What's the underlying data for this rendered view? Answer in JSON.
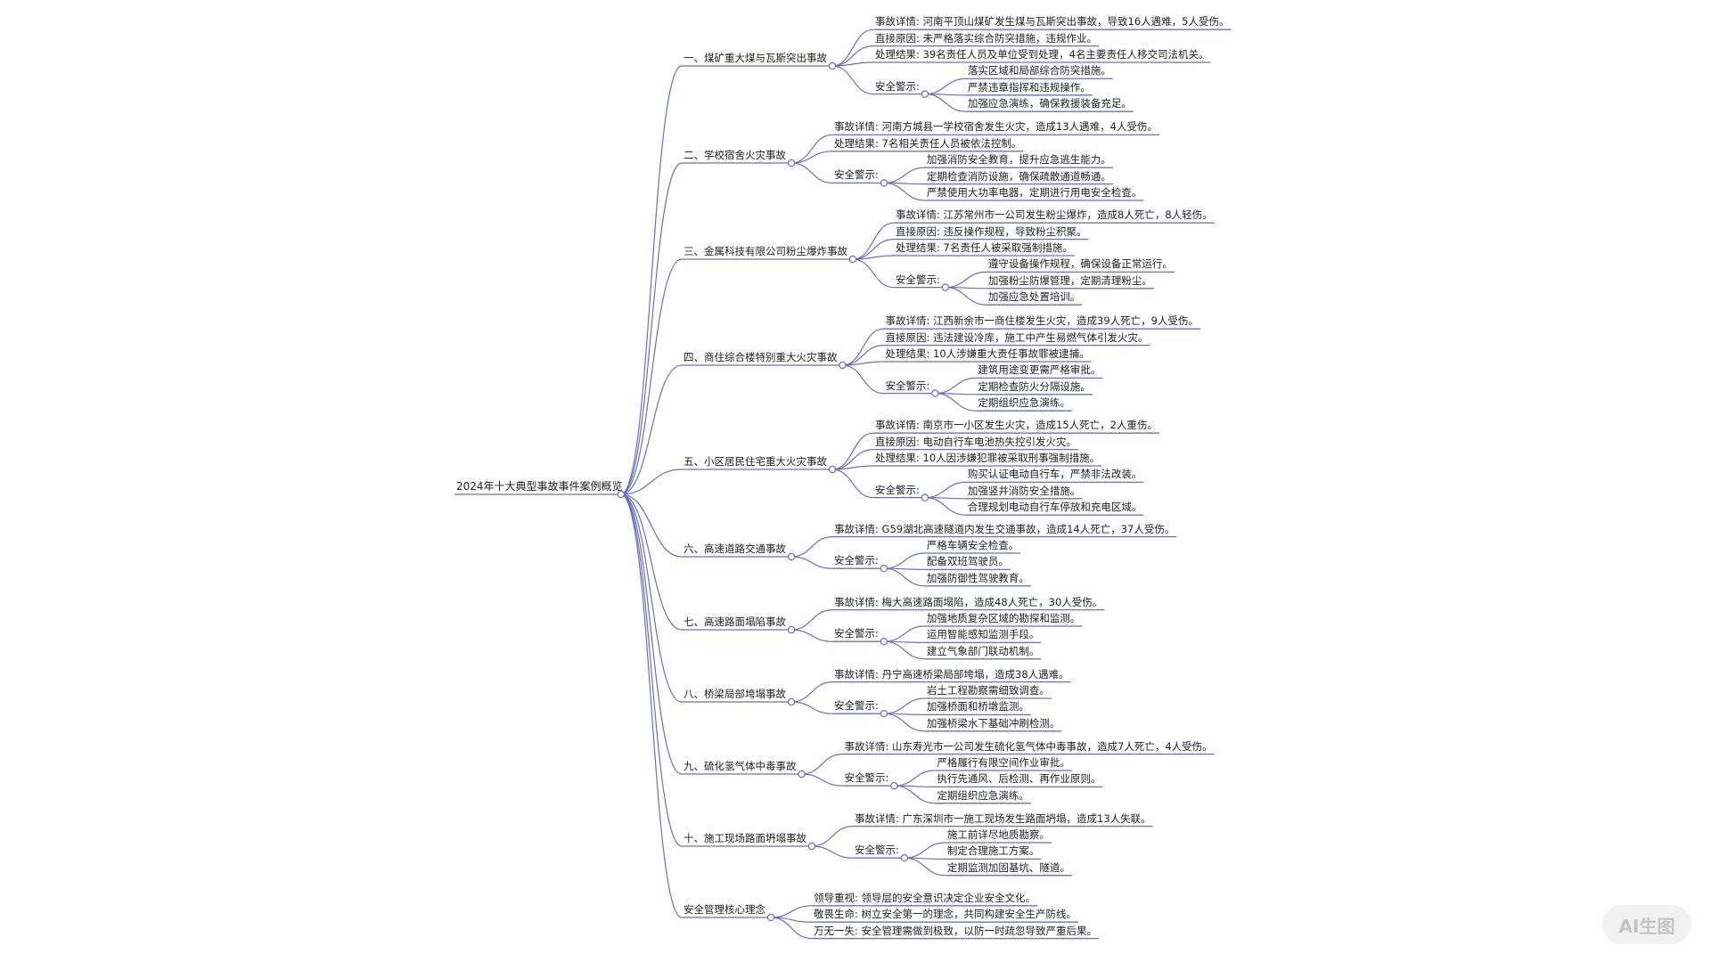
{
  "root": "2024年十大典型事故事件案例概览",
  "branches": [
    {
      "label": "一、煤矿重大煤与瓦斯突出事故",
      "children": [
        {
          "label": "事故详情: 河南平顶山煤矿发生煤与瓦斯突出事故，导致16人遇难，5人受伤。"
        },
        {
          "label": "直接原因: 未严格落实综合防突措施，违规作业。"
        },
        {
          "label": "处理结果: 39名责任人员及单位受到处理，4名主要责任人移交司法机关。"
        },
        {
          "label": "安全警示:",
          "children": [
            "落实区域和局部综合防突措施。",
            "严禁违章指挥和违规操作。",
            "加强应急演练，确保救援装备充足。"
          ]
        }
      ]
    },
    {
      "label": "二、学校宿舍火灾事故",
      "children": [
        {
          "label": "事故详情: 河南方城县一学校宿舍发生火灾，造成13人遇难，4人受伤。"
        },
        {
          "label": "处理结果: 7名相关责任人员被依法控制。"
        },
        {
          "label": "安全警示:",
          "children": [
            "加强消防安全教育，提升应急逃生能力。",
            "定期检查消防设施，确保疏散通道畅通。",
            "严禁使用大功率电器，定期进行用电安全检查。"
          ]
        }
      ]
    },
    {
      "label": "三、金属科技有限公司粉尘爆炸事故",
      "children": [
        {
          "label": "事故详情: 江苏常州市一公司发生粉尘爆炸，造成8人死亡，8人轻伤。"
        },
        {
          "label": "直接原因: 违反操作规程，导致粉尘积聚。"
        },
        {
          "label": "处理结果: 7名责任人被采取强制措施。"
        },
        {
          "label": "安全警示:",
          "children": [
            "遵守设备操作规程，确保设备正常运行。",
            "加强粉尘防爆管理，定期清理粉尘。",
            "加强应急处置培训。"
          ]
        }
      ]
    },
    {
      "label": "四、商住综合楼特别重大火灾事故",
      "children": [
        {
          "label": "事故详情: 江西新余市一商住楼发生火灾，造成39人死亡，9人受伤。"
        },
        {
          "label": "直接原因: 违法建设冷库，施工中产生易燃气体引发火灾。"
        },
        {
          "label": "处理结果: 10人涉嫌重大责任事故罪被逮捕。"
        },
        {
          "label": "安全警示:",
          "children": [
            "建筑用途变更需严格审批。",
            "定期检查防火分隔设施。",
            "定期组织应急演练。"
          ]
        }
      ]
    },
    {
      "label": "五、小区居民住宅重大火灾事故",
      "children": [
        {
          "label": "事故详情: 南京市一小区发生火灾，造成15人死亡，2人重伤。"
        },
        {
          "label": "直接原因: 电动自行车电池热失控引发火灾。"
        },
        {
          "label": "处理结果: 10人因涉嫌犯罪被采取刑事强制措施。"
        },
        {
          "label": "安全警示:",
          "children": [
            "购买认证电动自行车，严禁非法改装。",
            "加强竖井消防安全措施。",
            "合理规划电动自行车停放和充电区域。"
          ]
        }
      ]
    },
    {
      "label": "六、高速道路交通事故",
      "children": [
        {
          "label": "事故详情: G59湖北高速隧道内发生交通事故，造成14人死亡，37人受伤。"
        },
        {
          "label": "安全警示:",
          "children": [
            "严格车辆安全检查。",
            "配备双班驾驶员。",
            "加强防御性驾驶教育。"
          ]
        }
      ]
    },
    {
      "label": "七、高速路面塌陷事故",
      "children": [
        {
          "label": "事故详情: 梅大高速路面塌陷，造成48人死亡，30人受伤。"
        },
        {
          "label": "安全警示:",
          "children": [
            "加强地质复杂区域的勘探和监测。",
            "运用智能感知监测手段。",
            "建立气象部门联动机制。"
          ]
        }
      ]
    },
    {
      "label": "八、桥梁局部垮塌事故",
      "children": [
        {
          "label": "事故详情: 丹宁高速桥梁局部垮塌，造成38人遇难。"
        },
        {
          "label": "安全警示:",
          "children": [
            "岩土工程勘察需细致调查。",
            "加强桥面和桥墩监测。",
            "加强桥梁水下基础冲刷检测。"
          ]
        }
      ]
    },
    {
      "label": "九、硫化氢气体中毒事故",
      "children": [
        {
          "label": "事故详情: 山东寿光市一公司发生硫化氢气体中毒事故，造成7人死亡，4人受伤。"
        },
        {
          "label": "安全警示:",
          "children": [
            "严格履行有限空间作业审批。",
            "执行先通风、后检测、再作业原则。",
            "定期组织应急演练。"
          ]
        }
      ]
    },
    {
      "label": "十、施工现场路面坍塌事故",
      "children": [
        {
          "label": "事故详情: 广东深圳市一施工现场发生路面坍塌，造成13人失联。"
        },
        {
          "label": "安全警示:",
          "children": [
            "施工前详尽地质勘察。",
            "制定合理施工方案。",
            "定期监测加固基坑、隧道。"
          ]
        }
      ]
    },
    {
      "label": "安全管理核心理念",
      "children": [
        {
          "label": "领导重视: 领导层的安全意识决定企业安全文化。"
        },
        {
          "label": "敬畏生命: 树立安全第一的理念，共同构建安全生产防线。"
        },
        {
          "label": "万无一失: 安全管理需做到极致，以防一时疏忽导致严重后果。"
        }
      ]
    }
  ],
  "badge": "AI生图",
  "colors": {
    "line": "#6a6fc4",
    "node_line": "#7b7fd0",
    "text": "#222222"
  }
}
